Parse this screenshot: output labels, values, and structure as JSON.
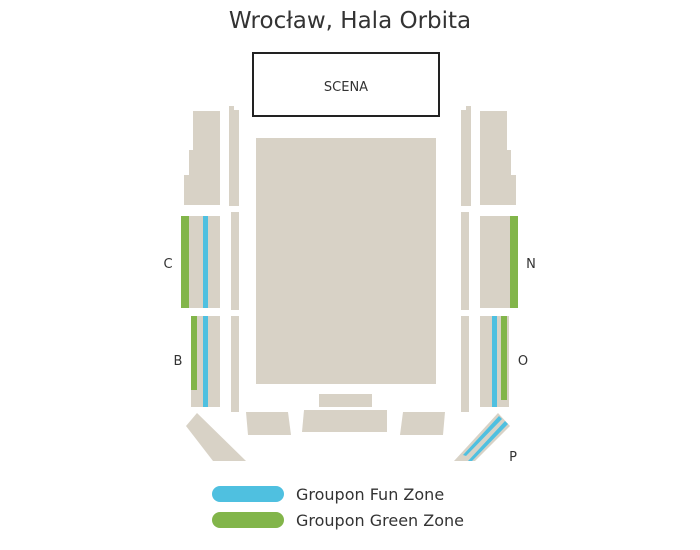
{
  "title": "Wrocław, Hala Orbita",
  "stage_label": "SCENA",
  "section_labels": {
    "c": "C",
    "n": "N",
    "b": "B",
    "o": "O",
    "p": "P"
  },
  "legend": [
    {
      "label": "Groupon Fun Zone",
      "color": "#4fc0e0"
    },
    {
      "label": "Groupon Green Zone",
      "color": "#82b54a"
    }
  ],
  "colors": {
    "seating": "#d8d2c6",
    "fun": "#4fc0e0",
    "green": "#82b54a",
    "stage_border": "#222222"
  }
}
